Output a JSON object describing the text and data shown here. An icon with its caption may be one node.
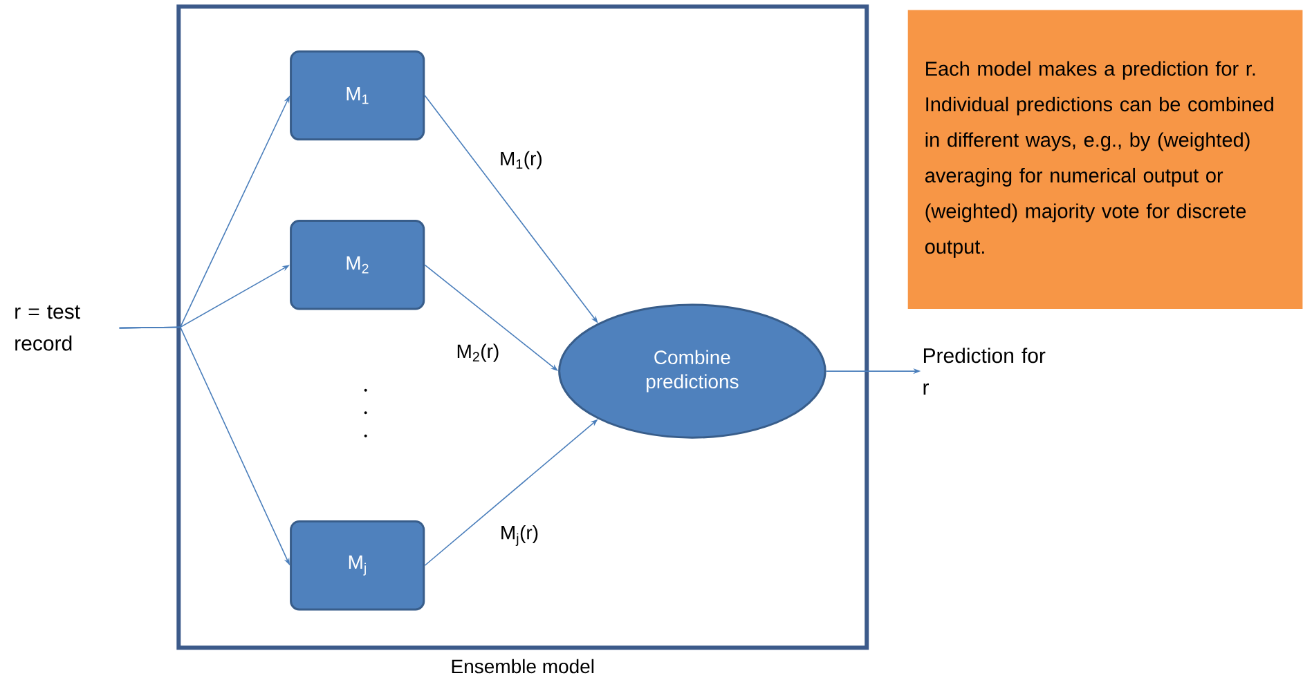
{
  "diagram": {
    "nodes": [
      {
        "text": [
          "Ensemble model"
        ]
      },
      {
        "text": [
          "r = test record"
        ]
      },
      {
        "text": [
          "M$_{1}$"
        ],
        "in": 0
      },
      {
        "text": [
          "M$_{2}$"
        ],
        "in": 0
      },
      {
        "text": [
          "M$_{j}$"
        ],
        "in": 0
      },
      {
        "text": [
          "Combine predictions"
        ],
        "in": 0
      },
      {
        "text": [
          "Prediction for r"
        ]
      },
      {
        "text": [
          "Each model makes a prediction for r. Individual predictions can be combined in different ways, e.g., by (weighted) averaging for numerical output or (weighted) majority vote for discrete output."
        ]
      }
    ],
    "edges": [
      {
        "from": 1,
        "to": 2,
        "arrow": "to"
      },
      {
        "from": 1,
        "to": 3,
        "arrow": "to"
      },
      {
        "from": 1,
        "to": 4,
        "arrow": "to"
      },
      {
        "from": 2,
        "to": 5,
        "arrow": "to",
        "label": "M$_{1}$(r)"
      },
      {
        "from": 3,
        "to": 5,
        "arrow": "to",
        "label": "M$_{2}$(r)"
      },
      {
        "from": 4,
        "to": 5,
        "arrow": "to",
        "label": "M$_{j}$(r)"
      },
      {
        "from": 5,
        "to": 6,
        "arrow": "to"
      }
    ]
  }
}
